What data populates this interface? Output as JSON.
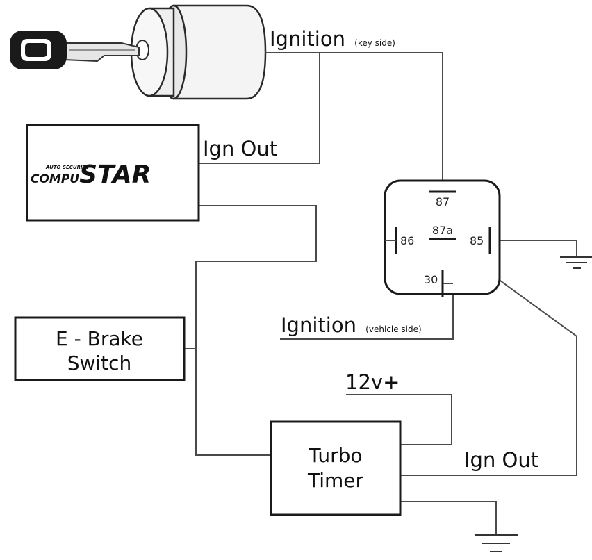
{
  "labels": {
    "ignition_key": "Ignition",
    "ignition_key_sub": "(key side)",
    "ign_out_top": "Ign Out",
    "ignition_vehicle": "Ignition",
    "ignition_vehicle_sub": "(vehicle side)",
    "v12": "12v+",
    "ign_out_bottom": "Ign Out"
  },
  "compustar": {
    "tagline": "AUTO SECURITY",
    "word_a": "COMPU",
    "word_b": "STAR"
  },
  "ebrake": {
    "line1": "E - Brake",
    "line2": "Switch"
  },
  "turbo": {
    "line1": "Turbo",
    "line2": "Timer"
  },
  "relay": {
    "pin87": "87",
    "pin86": "86",
    "pin87a": "87a",
    "pin85": "85",
    "pin30": "30"
  }
}
